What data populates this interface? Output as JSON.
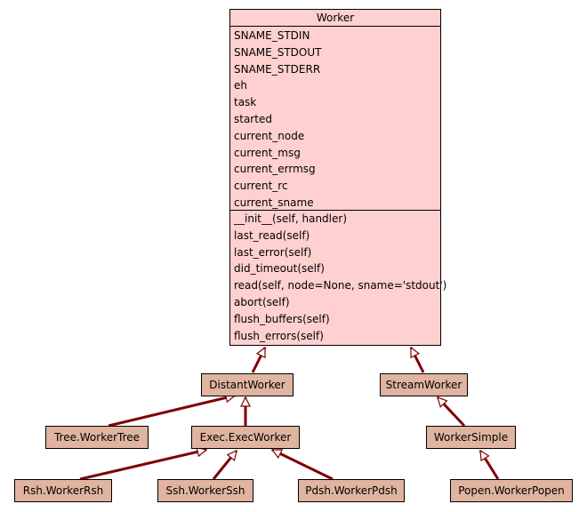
{
  "worker": {
    "title": "Worker",
    "attributes": [
      "SNAME_STDIN",
      "SNAME_STDOUT",
      "SNAME_STDERR",
      "eh",
      "task",
      "started",
      "current_node",
      "current_msg",
      "current_errmsg",
      "current_rc",
      "current_sname"
    ],
    "methods": [
      "__init__(self, handler)",
      "last_read(self)",
      "last_error(self)",
      "did_timeout(self)",
      "read(self, node=None, sname='stdout')",
      "abort(self)",
      "flush_buffers(self)",
      "flush_errors(self)"
    ]
  },
  "classes": {
    "distant_worker": "DistantWorker",
    "stream_worker": "StreamWorker",
    "worker_tree": "Tree.WorkerTree",
    "exec_worker": "Exec.ExecWorker",
    "worker_simple": "WorkerSimple",
    "worker_rsh": "Rsh.WorkerRsh",
    "worker_ssh": "Ssh.WorkerSsh",
    "worker_pdsh": "Pdsh.WorkerPdsh",
    "worker_popen": "Popen.WorkerPopen"
  },
  "colors": {
    "base_fill": "#ffd0d0",
    "class_fill": "#e0b4a0",
    "edge": "#800000"
  }
}
